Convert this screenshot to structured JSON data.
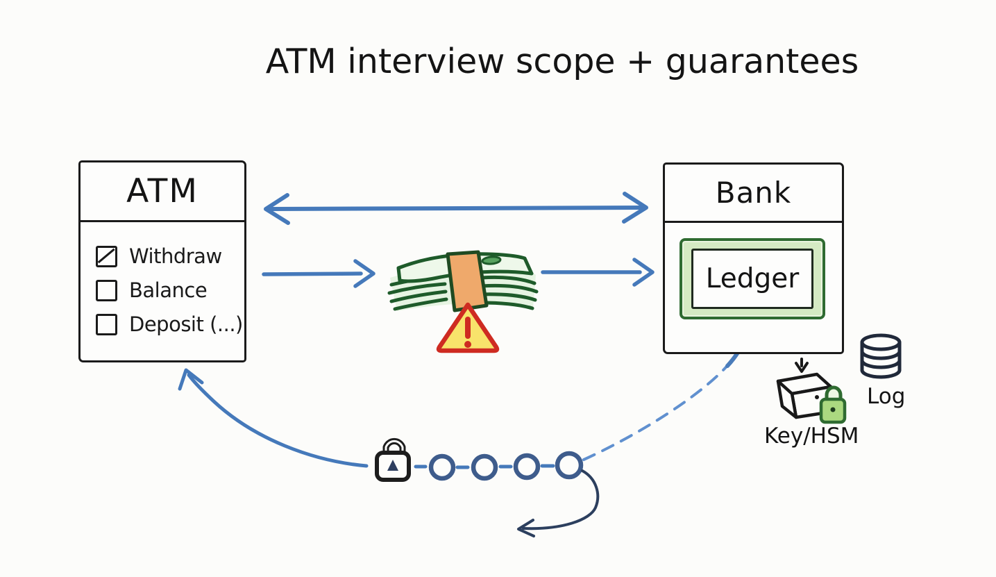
{
  "title": "ATM interview scope + guarantees",
  "atm_box": {
    "title": "ATM",
    "items": [
      {
        "label": "Withdraw",
        "checked": "partial"
      },
      {
        "label": "Balance",
        "checked": "none"
      },
      {
        "label": "Deposit (...)",
        "checked": "none"
      }
    ]
  },
  "bank_box": {
    "title": "Bank",
    "ledger_label": "Ledger"
  },
  "labels": {
    "key_hsm": "Key/HSM",
    "log": "Log"
  },
  "icons": {
    "money-stack-icon": "bundle of banknotes with orange band",
    "warning-icon": "triangle with exclamation mark",
    "padlock-icon": "black outlined padlock with keyhole",
    "blockchain-chain-icon": "four linked circles (hash chain)",
    "hsm-device-icon": "3d box device",
    "green-lock-icon": "small green padlock",
    "log-database-icon": "database cylinder",
    "down-arrow-icon": "↓"
  },
  "colors": {
    "background": "#fcfcfa",
    "ink": "#1a1a1a",
    "arrow_blue": "#4579ba",
    "dashed_blue": "#6090cf",
    "chain_navy": "#3e5c8c",
    "hook_navy": "#2c3f5e",
    "money_green_stroke": "#1e5b2a",
    "money_green_fill": "#e6f4e2",
    "band_orange": "#efa96b",
    "warning_yellow": "#f8e36b",
    "warning_red": "#ce2b21",
    "ledger_green_border": "#2f6b31",
    "ledger_green_fill": "#d5eac3",
    "lock_green_fill": "#abd980"
  }
}
